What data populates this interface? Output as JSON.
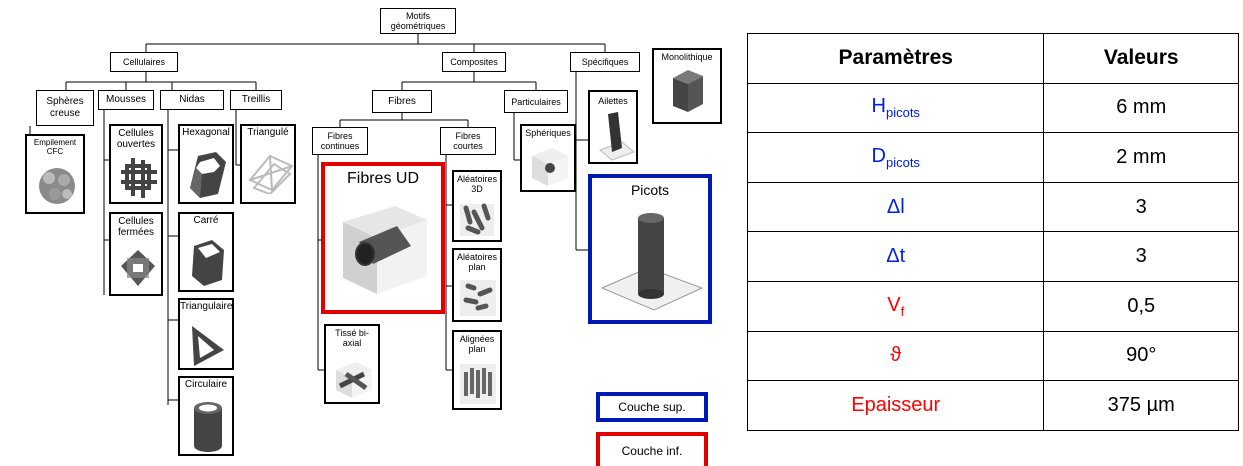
{
  "tree": {
    "root": [
      "Motifs",
      "géométriques"
    ],
    "cellulaires": "Cellulaires",
    "composites": "Composites",
    "specifiques": "Spécifiques",
    "monolithique": "Monolithique",
    "spheres": [
      "Sphères",
      "creuse"
    ],
    "mousses": "Mousses",
    "nidas": "Nidas",
    "treillis": "Treillis",
    "empilement": [
      "Empilement",
      "CFC"
    ],
    "cellules_ouvertes": [
      "Cellules",
      "ouvertes"
    ],
    "cellules_fermees": [
      "Cellules",
      "fermées"
    ],
    "hexagonal": "Hexagonal",
    "carre": "Carré",
    "triangulaire": "Triangulaire",
    "circulaire": "Circulaire",
    "triangule": "Triangulé",
    "fibres": "Fibres",
    "particulaires": "Particulaires",
    "fibres_continues": [
      "Fibres",
      "continues"
    ],
    "fibres_courtes": [
      "Fibres",
      "courtes"
    ],
    "fibres_ud": "Fibres UD",
    "tisse": [
      "Tissé bi-",
      "axial"
    ],
    "aleatoires_3d": [
      "Aléatoires",
      "3D"
    ],
    "aleatoires_plan": [
      "Aléatoires",
      "plan"
    ],
    "alignees_plan": [
      "Alignées",
      "plan"
    ],
    "spheriques": "Sphériques",
    "ailettes": "Ailettes",
    "picots": "Picots"
  },
  "legend": {
    "sup": "Couche sup.",
    "inf": "Couche inf.",
    "sup_color": "#0018b4",
    "inf_color": "#e00000"
  },
  "table": {
    "headers": [
      "Paramètres",
      "Valeurs"
    ],
    "rows": [
      {
        "param": "H",
        "sub": "picots",
        "value": "6 mm",
        "color": "blue"
      },
      {
        "param": "D",
        "sub": "picots",
        "value": "2 mm",
        "color": "blue"
      },
      {
        "param": "Δl",
        "sub": "",
        "value": "3",
        "color": "blue"
      },
      {
        "param": "Δt",
        "sub": "",
        "value": "3",
        "color": "blue"
      },
      {
        "param": "V",
        "sub": "f",
        "value": "0,5",
        "color": "red"
      },
      {
        "param": "ϑ",
        "sub": "",
        "value": "90°",
        "color": "red"
      },
      {
        "param": "Epaisseur",
        "sub": "",
        "value": "375 µm",
        "color": "red"
      }
    ]
  }
}
